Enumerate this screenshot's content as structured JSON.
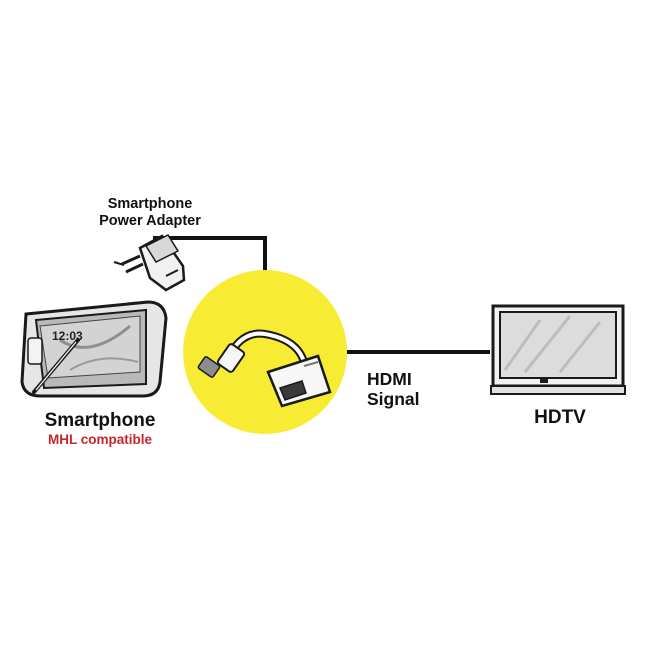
{
  "diagram": {
    "power_adapter": {
      "line1": "Smartphone",
      "line2": "Power Adapter"
    },
    "smartphone": {
      "name": "Smartphone",
      "note": "MHL compatible"
    },
    "signal": {
      "line1": "HDMI",
      "line2": "Signal"
    },
    "tv": {
      "name": "HDTV"
    },
    "phone_screen_time": "12:03",
    "colors": {
      "highlight": "#f7ec33",
      "note_text": "#c4262b",
      "line": "#111111",
      "sketch": "#1a1a1a"
    },
    "icons": [
      "power-adapter-icon",
      "smartphone-icon",
      "stylus-icon",
      "mhl-adapter-icon",
      "hdtv-icon"
    ]
  }
}
